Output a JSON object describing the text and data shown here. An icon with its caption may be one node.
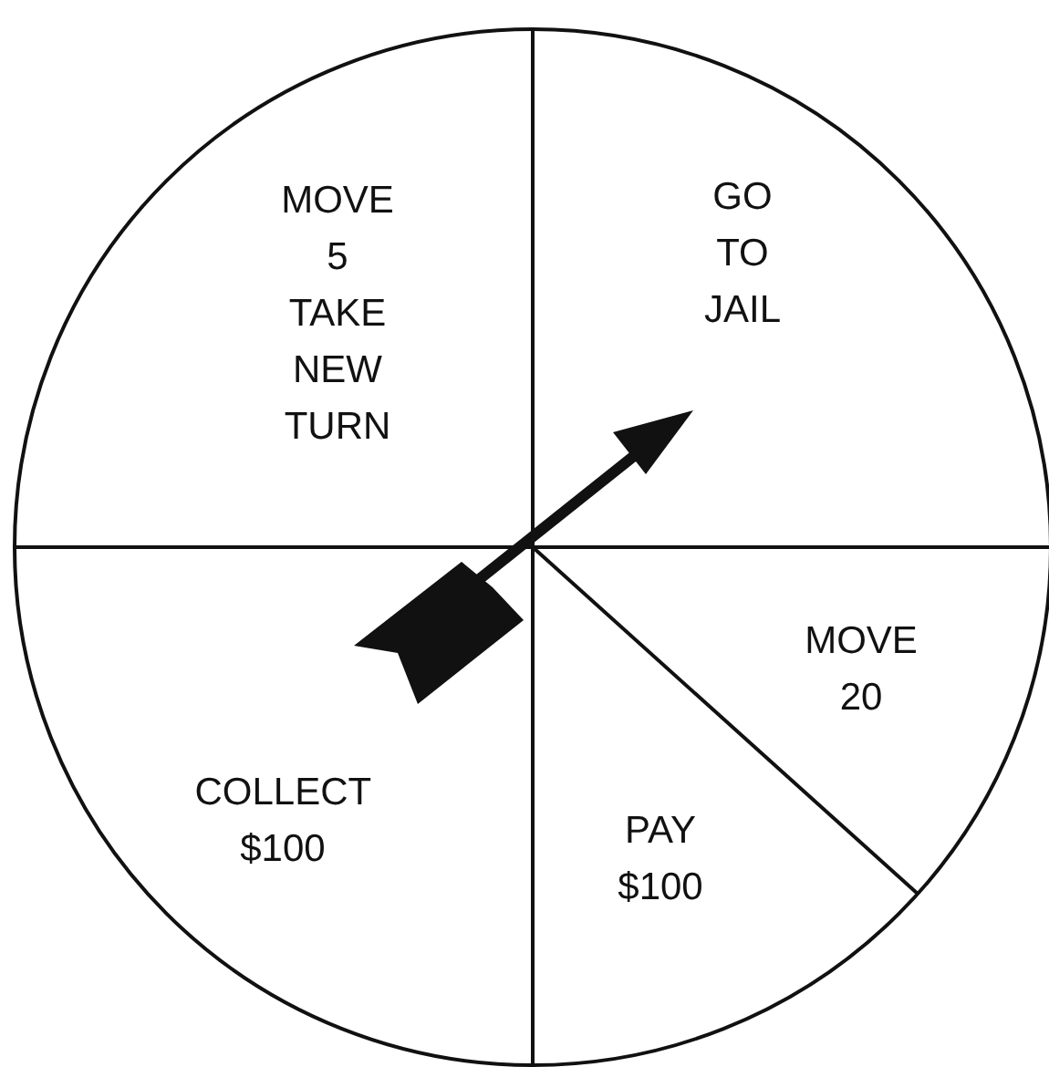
{
  "diagram": {
    "labels": [
      "MOVE 5 TAKE NEW TURN",
      "GO TO JAIL",
      "MOVE 20",
      "COLLECT $100",
      "PAY $100"
    ]
  }
}
